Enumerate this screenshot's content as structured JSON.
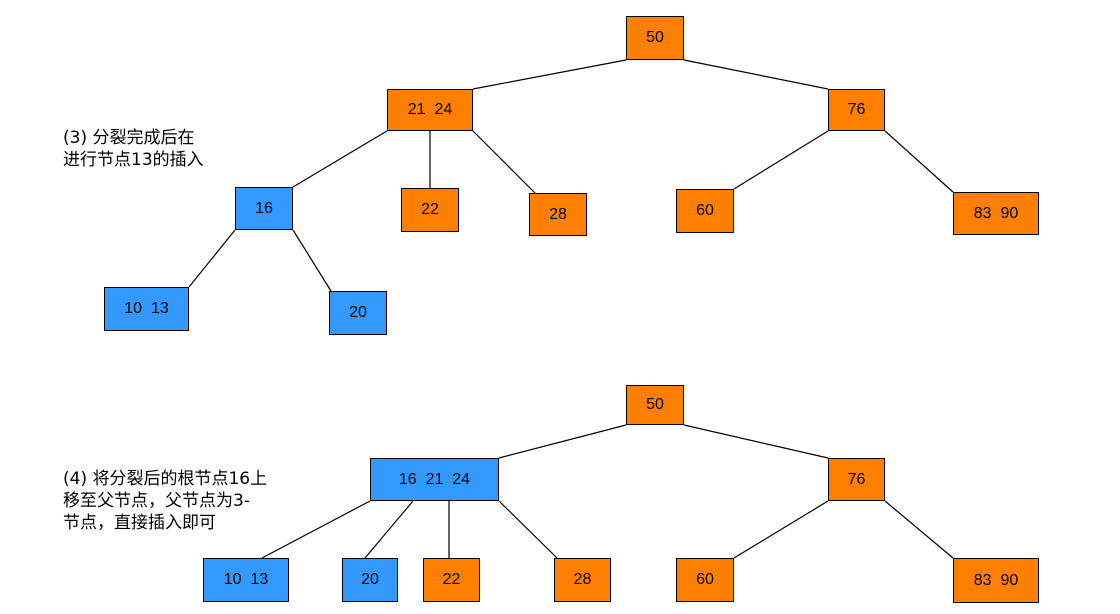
{
  "colors": {
    "orange": "#ff7f00",
    "blue": "#3399ff"
  },
  "diagram_top": {
    "caption_lines": [
      "(3) 分裂完成后在",
      "进行节点13的插入"
    ],
    "nodes": {
      "root": "50",
      "left": "21  24",
      "right": "76",
      "n16": "16",
      "n22": "22",
      "n28": "28",
      "n60": "60",
      "n8390": "83  90",
      "n1013": "10  13",
      "n20": "20"
    }
  },
  "diagram_bottom": {
    "caption_lines": [
      "(4) 将分裂后的根节点16上",
      "移至父节点，父节点为3-",
      "节点，直接插入即可"
    ],
    "nodes": {
      "root": "50",
      "left": "16  21  24",
      "right": "76",
      "n1013": "10  13",
      "n20": "20",
      "n22": "22",
      "n28": "28",
      "n60": "60",
      "n8390": "83  90"
    }
  }
}
